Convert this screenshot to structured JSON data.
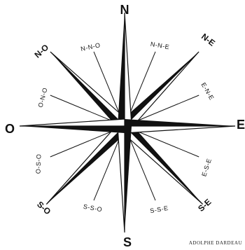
{
  "labels": {
    "N": "N",
    "NNE": "N-N-E",
    "NE": "N-E",
    "ENE": "E-N-E",
    "E": "E",
    "ESE": "E-S-E",
    "SE": "S-E",
    "SSE": "S-S-E",
    "S": "S",
    "SSO": "S-S-O",
    "SO": "S-O",
    "OSO": "O-S-O",
    "O": "O",
    "ONO": "O-N-O",
    "NO": "N-O",
    "NNO": "N-N-O"
  },
  "signature": "ADOLPHE DARDEAU",
  "colors": {
    "ink": "#111111",
    "paper": "#ffffff"
  }
}
